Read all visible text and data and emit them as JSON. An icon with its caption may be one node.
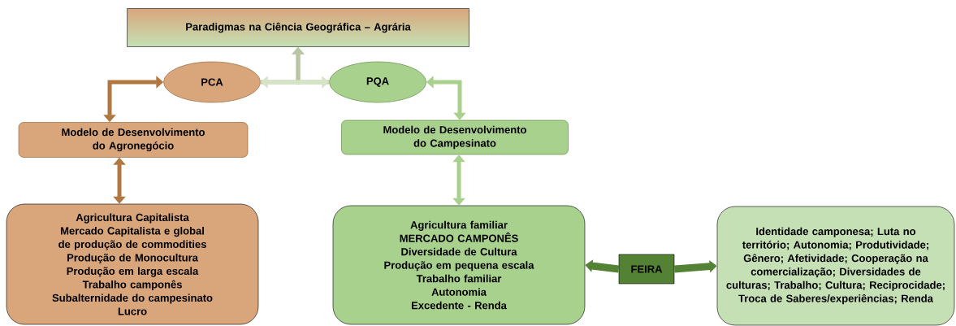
{
  "diagram": {
    "nodes": [
      {
        "text": [
          "Paradigmas na Ciência Geográfica – Agrária"
        ]
      },
      {
        "text": [
          "PCA"
        ]
      },
      {
        "text": [
          "PQA"
        ]
      },
      {
        "text": [
          "Modelo de Desenvolvimento do Agronegócio"
        ]
      },
      {
        "text": [
          "Modelo de Desenvolvimento do Campesinato"
        ]
      },
      {
        "text": [
          "Agricultura Capitalista",
          "Mercado Capitalista e global de produção de commodities",
          "Produção de Monocultura",
          "Produção em larga escala",
          "Trabalho camponês",
          "Subalternidade do campesinato",
          "Lucro"
        ]
      },
      {
        "text": [
          "Agricultura familiar",
          "MERCADO CAMPONÊS",
          "Diversidade de Cultura",
          "Produção em pequena escala",
          "Trabalho familiar",
          "Autonomia",
          "Excedente - Renda"
        ]
      },
      {
        "text": [
          "FEIRA"
        ]
      },
      {
        "text": [
          "Identidade camponesa; Luta no território; Autonomia; Produtividade; Gênero; Afetividade; Cooperação na comercialização; Diversidades de culturas; Trabalho; Cultura; Reciprocidade; Troca de Saberes/experiências; Renda"
        ]
      }
    ],
    "edges": [
      {
        "from": 1,
        "to": 0,
        "arrow": "to",
        "color": "#b8c6a4"
      },
      {
        "from": 2,
        "to": 0,
        "arrow": "to",
        "color": "#b8c6a4"
      },
      {
        "from": 1,
        "to": 2,
        "arrow": "both",
        "color": "#d6e3c6"
      },
      {
        "from": 1,
        "to": 3,
        "arrow": "both",
        "color": "#b07840"
      },
      {
        "from": 2,
        "to": 4,
        "arrow": "both",
        "color": "#a9d18e"
      },
      {
        "from": 3,
        "to": 5,
        "arrow": "both",
        "color": "#b07840"
      },
      {
        "from": 4,
        "to": 6,
        "arrow": "both",
        "color": "#a9d18e"
      },
      {
        "from": 7,
        "to": 6,
        "arrow": "to",
        "style": "thick",
        "color": "#548235"
      },
      {
        "from": 7,
        "to": 8,
        "arrow": "to",
        "style": "thick",
        "color": "#548235"
      }
    ]
  }
}
